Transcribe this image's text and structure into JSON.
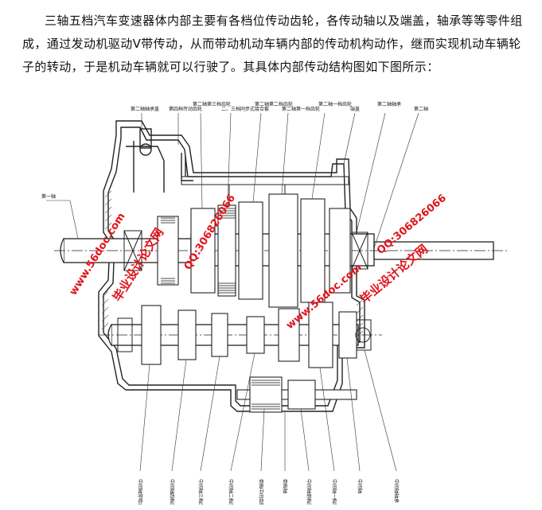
{
  "document": {
    "paragraph": "三轴五档汽车变速器体内部主要有各档位传动齿轮，各传动轴以及端盖，轴承等等零件组成，通过发动机驱动Ⅴ带传动，从而带动机动车辆内部的传动机构动作，继而实现机动车辆轮子的转动，于是机动车辆就可以行驶了。其具体内部传动结构图如下图所示："
  },
  "figure": {
    "top_labels": [
      "第二轴轴承盖",
      "第四档传动齿轮",
      "第二轴第三档齿轮",
      "二、三档同步式接合套",
      "第二轴第二档齿轮",
      "第二轴第一档齿轮",
      "第二轴一档齿轮",
      "端盖",
      "第二轴轴承",
      "第二轴"
    ],
    "left_label": "第一轴",
    "bottom_labels": [
      "中间轴常啮合齿轮",
      "中间轴四档齿轮",
      "中间轴三档齿轮",
      "中间轴二档齿轮",
      "倒档中间齿轮",
      "倒档轴",
      "中间轴倒档齿轮",
      "中间轴一档齿轮",
      "中间轴",
      "中间轴轴承"
    ],
    "watermarks": {
      "site": "www.56doc.com",
      "brand": "毕业设计论文网",
      "qq": "QQ:306826066"
    },
    "colors": {
      "watermark": "#e0131a",
      "line": "#222222"
    }
  }
}
